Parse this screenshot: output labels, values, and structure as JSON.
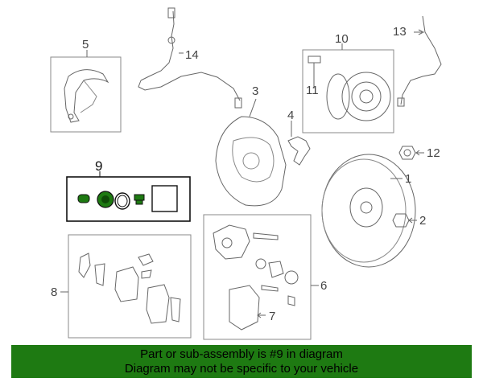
{
  "callouts": {
    "c1": "1",
    "c2": "2",
    "c3": "3",
    "c4": "4",
    "c5": "5",
    "c6": "6",
    "c7": "7",
    "c8": "8",
    "c9": "9",
    "c10": "10",
    "c11": "11",
    "c12": "12",
    "c13": "13",
    "c14": "14"
  },
  "highlight": {
    "part": "9",
    "color": "#1e7a12"
  },
  "banner": {
    "line1": "Part or sub-assembly is #9 in diagram",
    "line2": "Diagram may not be specific to your vehicle",
    "background": "#1e7a12"
  }
}
